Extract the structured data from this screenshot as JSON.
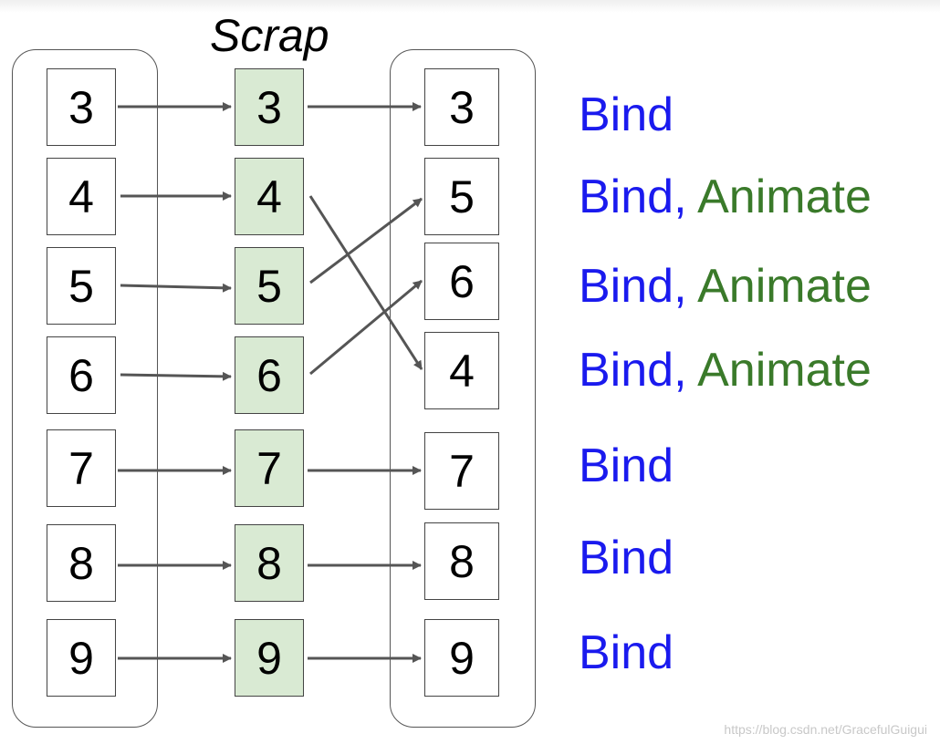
{
  "title": "Scrap",
  "colors": {
    "bind": "#1a1aee",
    "animate": "#3a7a2a",
    "arrow": "#555555",
    "scrap_fill": "#d9ead3"
  },
  "left_items": [
    "3",
    "4",
    "5",
    "6",
    "7",
    "8",
    "9"
  ],
  "scrap_items": [
    "3",
    "4",
    "5",
    "6",
    "7",
    "8",
    "9"
  ],
  "right_items": [
    "3",
    "5",
    "6",
    "4",
    "7",
    "8",
    "9"
  ],
  "labels": [
    {
      "bind": "Bind",
      "animate": ""
    },
    {
      "bind": "Bind,",
      "animate": "Animate"
    },
    {
      "bind": "Bind,",
      "animate": "Animate"
    },
    {
      "bind": "Bind,",
      "animate": "Animate"
    },
    {
      "bind": "Bind",
      "animate": ""
    },
    {
      "bind": "Bind",
      "animate": ""
    },
    {
      "bind": "Bind",
      "animate": ""
    }
  ],
  "watermark": "https://blog.csdn.net/GracefulGuigui"
}
